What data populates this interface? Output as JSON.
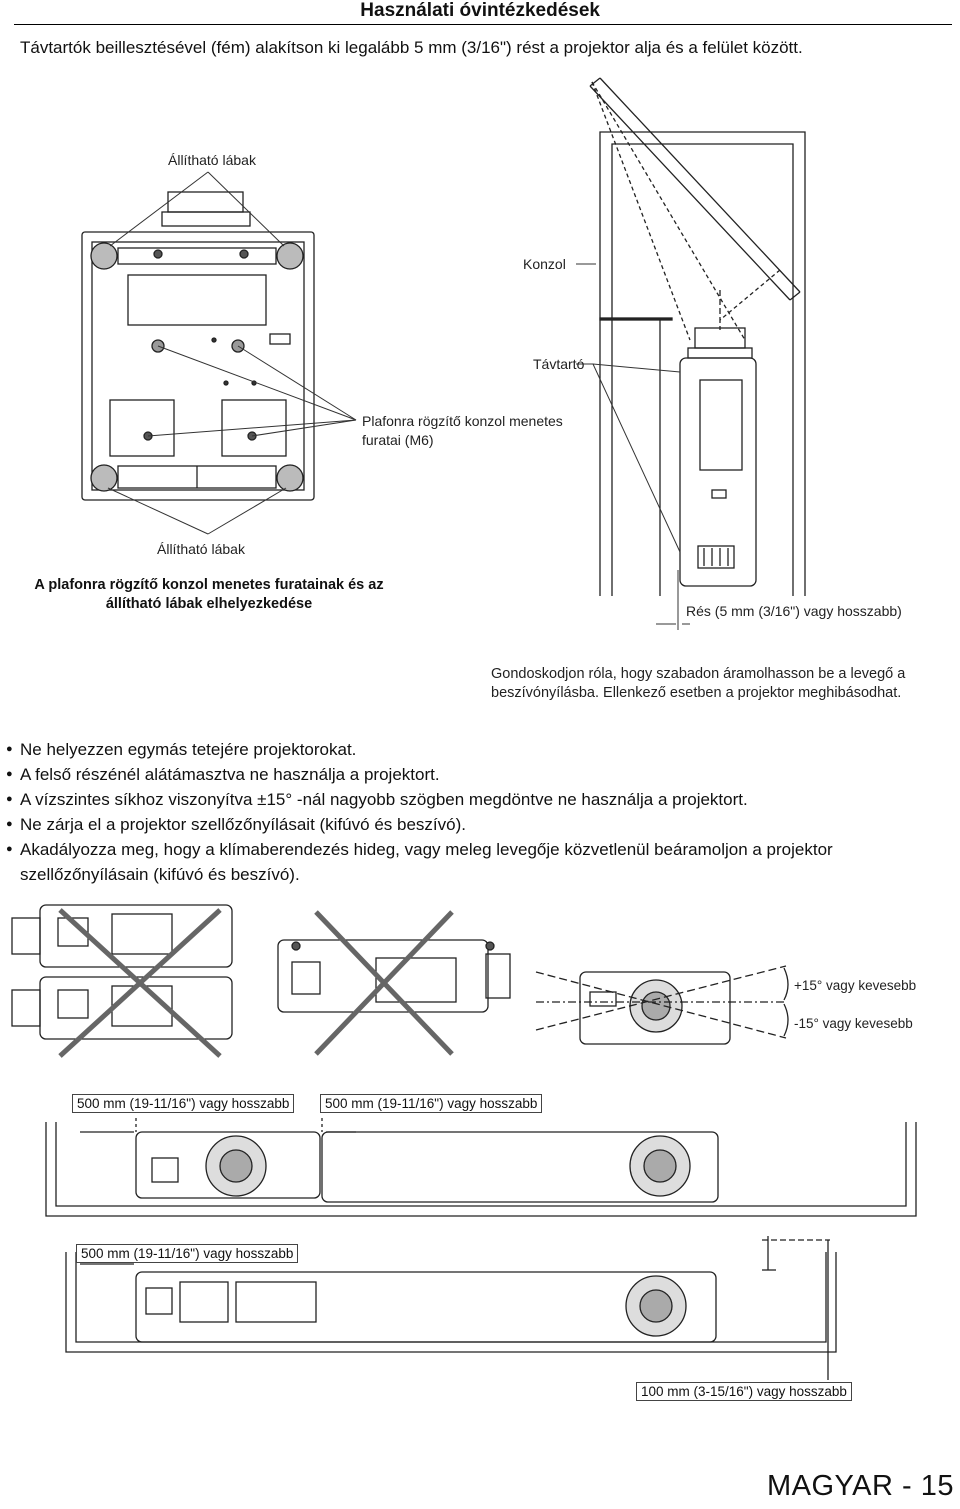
{
  "header": {
    "title": "Használati óvintézkedések"
  },
  "intro": "Távtartók beillesztésével (fém) alakítson ki legalább 5 mm (3/16\") rést a projektor alja és a felület között.",
  "diagram1": {
    "label_feet_top": "Állítható lábak",
    "label_konzol": "Konzol",
    "label_tavtarto": "Távtartó",
    "label_holes_1": "Plafonra rögzítő konzol menetes",
    "label_holes_2": "furatai (M6)",
    "label_feet_bottom": "Állítható lábak",
    "caption_1": "A plafonra rögzítő konzol menetes furatainak és az",
    "caption_2": "állítható lábak elhelyezkedése",
    "label_gap": "Rés (5 mm (3/16\") vagy hosszabb)"
  },
  "note": "Gondoskodjon róla, hogy szabadon áramolhasson be a levegő a beszívónyílásba. Ellenkező esetben a projektor meghibásodhat.",
  "bullets": [
    "Ne helyezzen egymás tetejére projektorokat.",
    "A felső részénél alátámasztva ne használja a projektort.",
    "A vízszintes síkhoz viszonyítva ±15° -nál nagyobb szögben megdöntve ne használja a projektort.",
    "Ne zárja el a projektor szellőzőnyílásait (kifúvó és beszívó).",
    "Akadályozza meg, hogy a klímaberendezés hideg, vagy meleg levegője közvetlenül beáramoljon a projektor szellőzőnyílásain (kifúvó és beszívó)."
  ],
  "tilt": {
    "plus": "+15° vagy kevesebb",
    "minus": "-15° vagy kevesebb"
  },
  "clearance": {
    "left": "500 mm (19-11/16\") vagy hosszabb",
    "right": "500 mm (19-11/16\") vagy hosszabb",
    "rear": "500 mm (19-11/16\") vagy hosszabb",
    "top": "100 mm (3-15/16\") vagy hosszabb"
  },
  "footer": "MAGYAR - 15"
}
